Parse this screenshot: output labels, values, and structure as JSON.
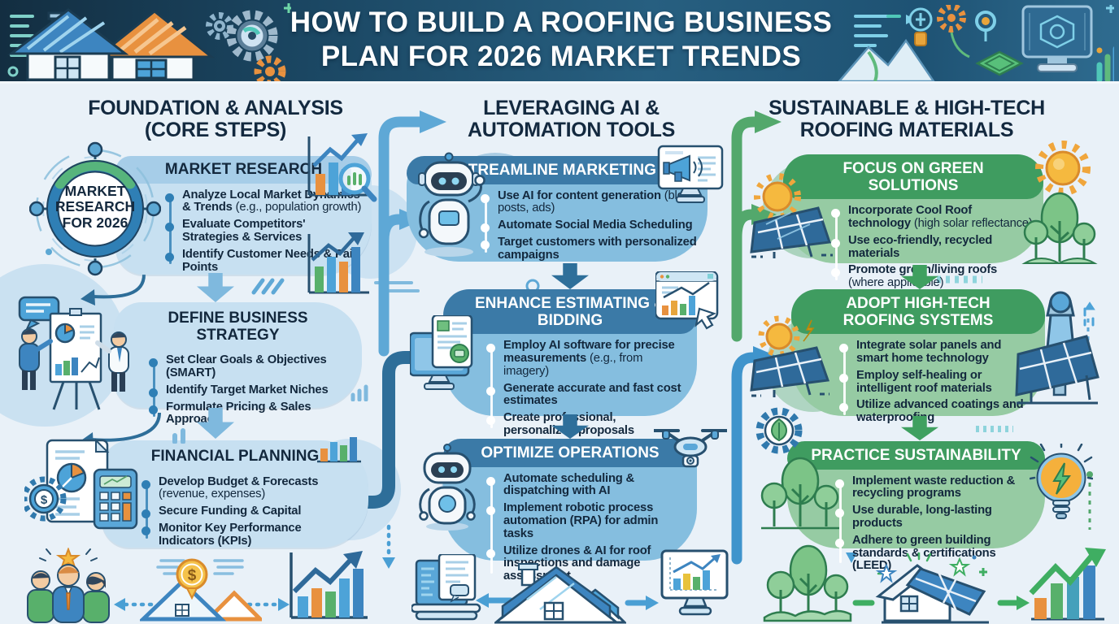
{
  "header": {
    "title_line1": "HOW TO BUILD A ROOFING BUSINESS",
    "title_line2": "PLAN FOR 2026 MARKET TRENDS"
  },
  "badge": {
    "line1": "MARKET",
    "line2": "RESEARCH",
    "line3": "FOR 2026"
  },
  "icons": {
    "dollar": "$"
  },
  "colors": {
    "header_bg": "#1d5071",
    "page_bg": "#e9f1f8",
    "col1_box": "#c7e0f1",
    "col1_title_bar": "#a6cde8",
    "col2_header": "#3b7aa7",
    "col2_body": "#85bedf",
    "col3_header": "#3f9c60",
    "col3_body": "#96cba3",
    "arrow_light_blue": "#5ea8d6",
    "arrow_dark_blue": "#2e6e99",
    "arrow_green": "#53a86c",
    "text_navy": "#13283d",
    "accent_orange": "#e8913f",
    "accent_gold": "#f5b93f",
    "bar_blue": "#3d85c0",
    "bar_green": "#58b06b"
  },
  "columns": [
    {
      "heading_line1": "FOUNDATION & ANALYSIS",
      "heading_line2": "(CORE STEPS)",
      "boxes": [
        {
          "title": "MARKET RESEARCH",
          "bullets": [
            {
              "b": "Analyze Local Market Dynamics & Trends ",
              "r": "(e.g., population growth)"
            },
            {
              "b": "Evaluate Competitors' Strategies & Services",
              "r": ""
            },
            {
              "b": "Identify Customer Needs & Pain Points",
              "r": ""
            }
          ]
        },
        {
          "title": "DEFINE BUSINESS STRATEGY",
          "bullets": [
            {
              "b": "Set Clear Goals & Objectives (SMART)",
              "r": ""
            },
            {
              "b": "Identify Target Market Niches",
              "r": ""
            },
            {
              "b": "Formulate Pricing & Sales Approach",
              "r": ""
            }
          ]
        },
        {
          "title": "FINANCIAL PLANNING",
          "bullets": [
            {
              "b": "Develop Budget & Forecasts ",
              "r": "(revenue, expenses)"
            },
            {
              "b": "Secure Funding & Capital",
              "r": ""
            },
            {
              "b": "Monitor Key Performance Indicators (KPIs)",
              "r": ""
            }
          ]
        }
      ]
    },
    {
      "heading_line1": "LEVERAGING AI &",
      "heading_line2": "AUTOMATION TOOLS",
      "boxes": [
        {
          "title": "STREAMLINE MARKETING",
          "bullets": [
            {
              "b": "Use AI for content generation ",
              "r": "(blog posts, ads)"
            },
            {
              "b": "Automate Social Media Scheduling",
              "r": ""
            },
            {
              "b": "Target customers with personalized campaigns",
              "r": ""
            }
          ]
        },
        {
          "title": "ENHANCE ESTIMATING & BIDDING",
          "bullets": [
            {
              "b": "Employ AI software for precise measurements ",
              "r": "(e.g., from imagery)"
            },
            {
              "b": "Generate accurate and fast cost estimates",
              "r": ""
            },
            {
              "b": "Create professional, personalized proposals",
              "r": ""
            }
          ]
        },
        {
          "title": "OPTIMIZE OPERATIONS",
          "bullets": [
            {
              "b": "Automate scheduling & dispatching with AI",
              "r": ""
            },
            {
              "b": "Implement robotic process automation (RPA) for admin tasks",
              "r": ""
            },
            {
              "b": "Utilize drones & AI for roof inspections and damage assessment",
              "r": ""
            }
          ]
        }
      ]
    },
    {
      "heading_line1": "SUSTAINABLE & HIGH-TECH",
      "heading_line2": "ROOFING MATERIALS",
      "boxes": [
        {
          "title": "FOCUS ON GREEN SOLUTIONS",
          "bullets": [
            {
              "b": "Incorporate Cool Roof technology ",
              "r": "(high solar reflectance)"
            },
            {
              "b": "Use eco-friendly, recycled materials",
              "r": ""
            },
            {
              "b": "Promote green/living roofs ",
              "r": "(where applicable)"
            }
          ]
        },
        {
          "title": "ADOPT HIGH-TECH ROOFING SYSTEMS",
          "bullets": [
            {
              "b": "Integrate solar panels and smart home technology",
              "r": ""
            },
            {
              "b": "Employ self-healing or intelligent roof materials",
              "r": ""
            },
            {
              "b": "Utilize advanced coatings and waterproofing",
              "r": ""
            }
          ]
        },
        {
          "title": "PRACTICE SUSTAINABILITY",
          "bullets": [
            {
              "b": "Implement waste reduction & recycling programs",
              "r": ""
            },
            {
              "b": "Use durable, long-lasting products",
              "r": ""
            },
            {
              "b": "Adhere to green building standards & certifications (LEED)",
              "r": ""
            }
          ]
        }
      ]
    }
  ]
}
